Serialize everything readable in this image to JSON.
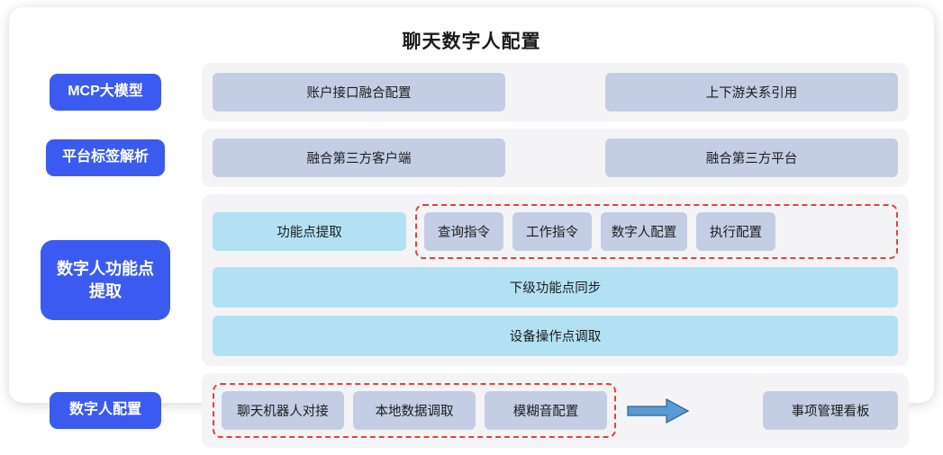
{
  "header": {
    "title": "聊天数字人配置"
  },
  "colors": {
    "accent_blue": "#3b5bf0",
    "chip_blue_gray": "#c3cee5",
    "chip_cyan": "#b2e1f4",
    "dashed_red": "#e8413c",
    "panel_bg": "#f4f4f6",
    "arrow_blue": "#5b9bd5",
    "card_bg": "#ffffff"
  },
  "rows": [
    {
      "stage_label": "MCP大模型",
      "items": [
        "账户接口融合配置",
        "上下游关系引用"
      ]
    },
    {
      "stage_label": "平台标签解析",
      "items": [
        "融合第三方客户端",
        "融合第三方平台"
      ]
    },
    {
      "stage_label": "数字人功能点\n提取",
      "feature_extract": "功能点提取",
      "grouped_items": [
        "查询指令",
        "工作指令",
        "数字人配置",
        "执行配置"
      ],
      "wide_items": [
        "下级功能点同步",
        "设备操作点调取"
      ]
    },
    {
      "stage_label": "数字人配置",
      "grouped_items": [
        "聊天机器人对接",
        "本地数据调取",
        "模糊音配置"
      ],
      "arrow_icon": "arrow-right-icon",
      "result_item": "事项管理看板"
    }
  ]
}
